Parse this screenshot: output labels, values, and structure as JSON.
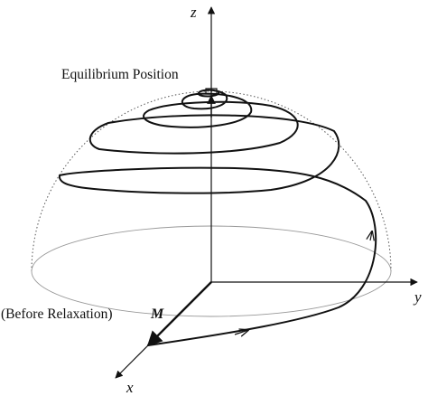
{
  "labels": {
    "z_axis": "z",
    "y_axis": "y",
    "x_axis": "x",
    "equilibrium": "Equilibrium Position",
    "before": "(Before Relaxation)",
    "magnetization": "M"
  },
  "colors": {
    "ink": "#111111",
    "sphere": "#555555",
    "equator": "#999999"
  }
}
